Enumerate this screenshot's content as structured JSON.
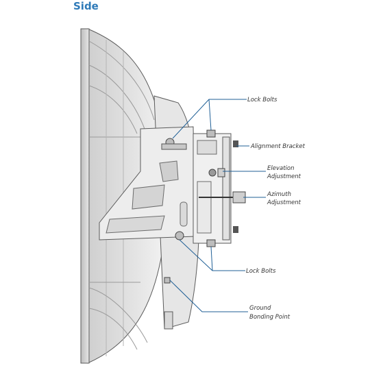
{
  "title": "Side",
  "callouts": {
    "lock_bolts_top": "Lock Bolts",
    "alignment_bracket": "Alignment Bracket",
    "elevation_1": "Elevation",
    "elevation_2": "Adjustment",
    "azimuth_1": "Azimuth",
    "azimuth_2": "Adjustment",
    "lock_bolts_bottom": "Lock Bolts",
    "ground_1": "Ground",
    "ground_2": "Bonding Point"
  },
  "colors": {
    "title": "#2e7ab8",
    "leader": "#1f5f96",
    "outline": "#5a5a5a",
    "dish": "#d6d6d6",
    "mount": "#ececec"
  }
}
